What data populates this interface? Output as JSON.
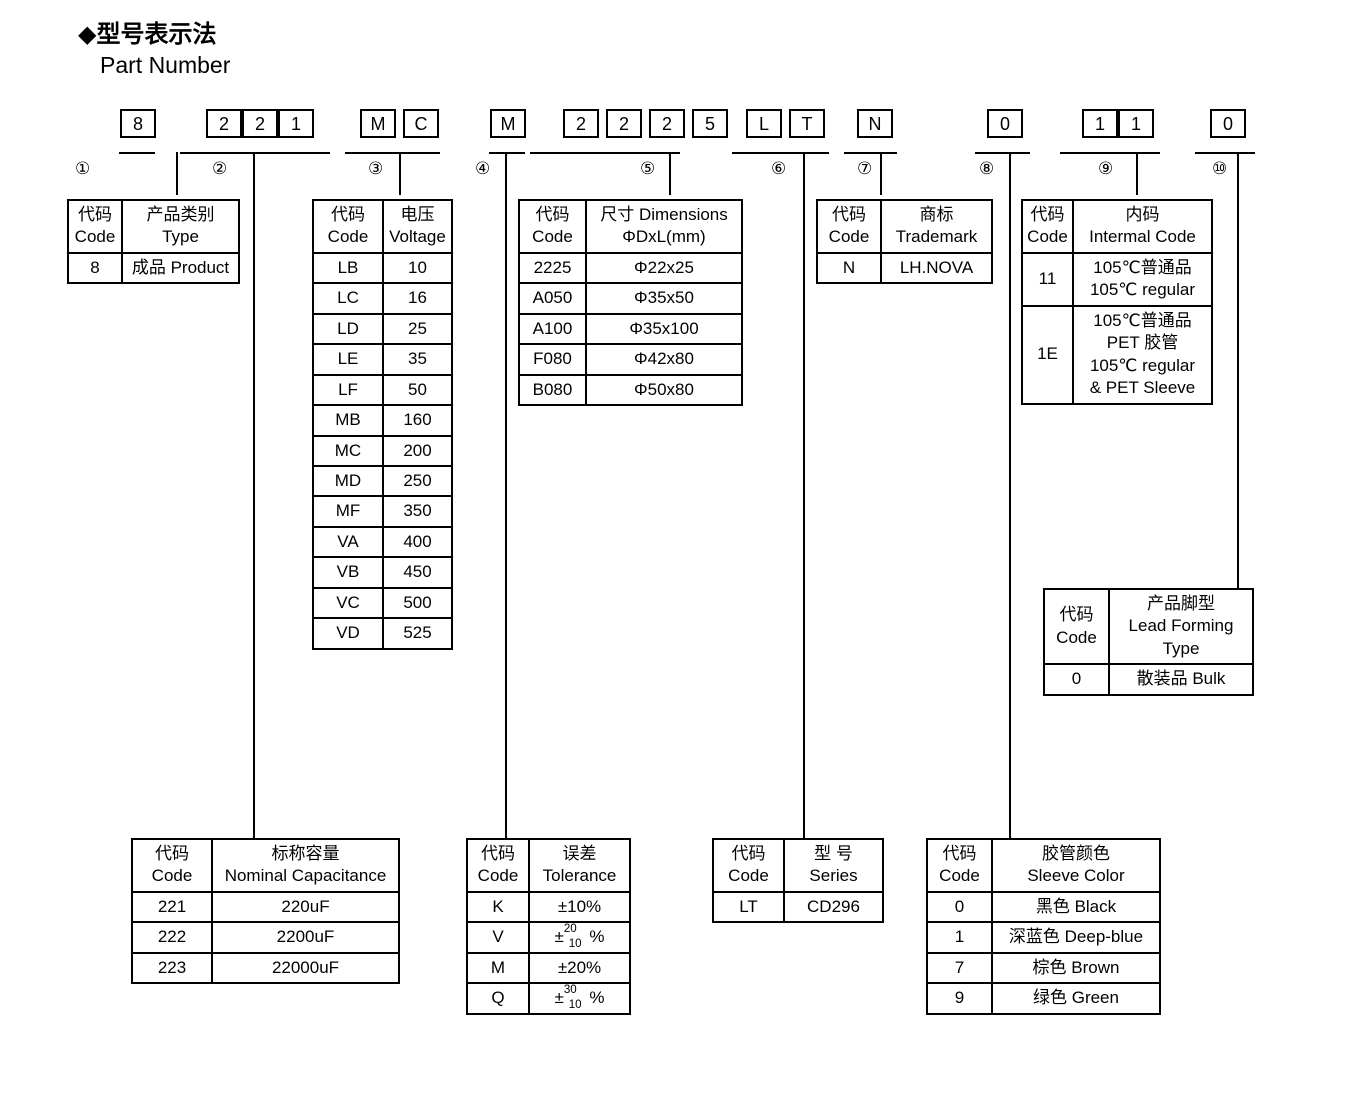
{
  "heading": {
    "cn": "◆型号表示法",
    "en": "Part Number"
  },
  "part_number": {
    "groups": [
      {
        "marker": "①",
        "chars": [
          "8"
        ]
      },
      {
        "marker": "②",
        "chars": [
          "2",
          "2",
          "1"
        ]
      },
      {
        "marker": "③",
        "chars": [
          "M",
          "C"
        ]
      },
      {
        "marker": "④",
        "chars": [
          "M"
        ]
      },
      {
        "marker": "⑤",
        "chars": [
          "2",
          "2",
          "2",
          "5"
        ]
      },
      {
        "marker": "⑥",
        "chars": [
          "L",
          "T"
        ]
      },
      {
        "marker": "⑦",
        "chars": [
          "N"
        ]
      },
      {
        "marker": "⑧",
        "chars": [
          "0"
        ]
      },
      {
        "marker": "⑨",
        "chars": [
          "1",
          "1"
        ]
      },
      {
        "marker": "⑩",
        "chars": [
          "0"
        ]
      }
    ]
  },
  "tables": {
    "type": {
      "header": {
        "code_cn": "代码",
        "code_en": "Code",
        "value_cn": "产品类别",
        "value_en": "Type"
      },
      "rows": [
        {
          "code": "8",
          "value": "成品 Product"
        }
      ]
    },
    "voltage": {
      "header": {
        "code_cn": "代码",
        "code_en": "Code",
        "value_cn": "电压",
        "value_en": "Voltage"
      },
      "rows": [
        {
          "code": "LB",
          "value": "10"
        },
        {
          "code": "LC",
          "value": "16"
        },
        {
          "code": "LD",
          "value": "25"
        },
        {
          "code": "LE",
          "value": "35"
        },
        {
          "code": "LF",
          "value": "50"
        },
        {
          "code": "MB",
          "value": "160"
        },
        {
          "code": "MC",
          "value": "200"
        },
        {
          "code": "MD",
          "value": "250"
        },
        {
          "code": "MF",
          "value": "350"
        },
        {
          "code": "VA",
          "value": "400"
        },
        {
          "code": "VB",
          "value": "450"
        },
        {
          "code": "VC",
          "value": "500"
        },
        {
          "code": "VD",
          "value": "525"
        }
      ]
    },
    "dimensions": {
      "header": {
        "code_cn": "代码",
        "code_en": "Code",
        "value_cn": "尺寸 Dimensions",
        "value_en": "ΦDxL(mm)"
      },
      "rows": [
        {
          "code": "2225",
          "value": "Φ22x25"
        },
        {
          "code": "A050",
          "value": "Φ35x50"
        },
        {
          "code": "A100",
          "value": "Φ35x100"
        },
        {
          "code": "F080",
          "value": "Φ42x80"
        },
        {
          "code": "B080",
          "value": "Φ50x80"
        }
      ]
    },
    "trademark": {
      "header": {
        "code_cn": "代码",
        "code_en": "Code",
        "value_cn": "商标",
        "value_en": "Trademark"
      },
      "rows": [
        {
          "code": "N",
          "value": "LH.NOVA"
        }
      ]
    },
    "internal_code": {
      "header": {
        "code_cn": "代码",
        "code_en": "Code",
        "value_cn": "内码",
        "value_en": "Intermal Code"
      },
      "rows": [
        {
          "code": "11",
          "lines": [
            "105℃普通品",
            "105℃  regular"
          ]
        },
        {
          "code": "1E",
          "lines": [
            "105℃普通品",
            "PET 胶管",
            "105℃  regular",
            "& PET Sleeve"
          ]
        }
      ]
    },
    "lead_forming": {
      "header": {
        "code_cn": "代码",
        "code_en": "Code",
        "value_cn": "产品脚型",
        "value_en": "Lead Forming",
        "value_en2": "Type"
      },
      "rows": [
        {
          "code": "0",
          "value": "散装品 Bulk"
        }
      ]
    },
    "capacitance": {
      "header": {
        "code_cn": "代码",
        "code_en": "Code",
        "value_cn": "标称容量",
        "value_en": "Nominal Capacitance"
      },
      "rows": [
        {
          "code": "221",
          "value": "220uF"
        },
        {
          "code": "222",
          "value": "2200uF"
        },
        {
          "code": "223",
          "value": "22000uF"
        }
      ]
    },
    "tolerance": {
      "header": {
        "code_cn": "代码",
        "code_en": "Code",
        "value_cn": "误差",
        "value_en": "Tolerance"
      },
      "rows": [
        {
          "code": "K",
          "value": "±10%",
          "frac": null
        },
        {
          "code": "V",
          "value": null,
          "frac": {
            "pm": "±",
            "sup": "20",
            "sub": "10",
            "unit": "%"
          }
        },
        {
          "code": "M",
          "value": "±20%",
          "frac": null
        },
        {
          "code": "Q",
          "value": null,
          "frac": {
            "pm": "±",
            "sup": "30",
            "sub": "10",
            "unit": "%"
          }
        }
      ]
    },
    "series": {
      "header": {
        "code_cn": "代码",
        "code_en": "Code",
        "value_cn": "型 号",
        "value_en": "Series"
      },
      "rows": [
        {
          "code": "LT",
          "value": "CD296"
        }
      ]
    },
    "sleeve_color": {
      "header": {
        "code_cn": "代码",
        "code_en": "Code",
        "value_cn": "胶管颜色",
        "value_en": "Sleeve Color"
      },
      "rows": [
        {
          "code": "0",
          "value": "黑色 Black"
        },
        {
          "code": "1",
          "value": "深蓝色 Deep-blue"
        },
        {
          "code": "7",
          "value": "棕色 Brown"
        },
        {
          "code": "9",
          "value": "绿色 Green"
        }
      ]
    }
  }
}
